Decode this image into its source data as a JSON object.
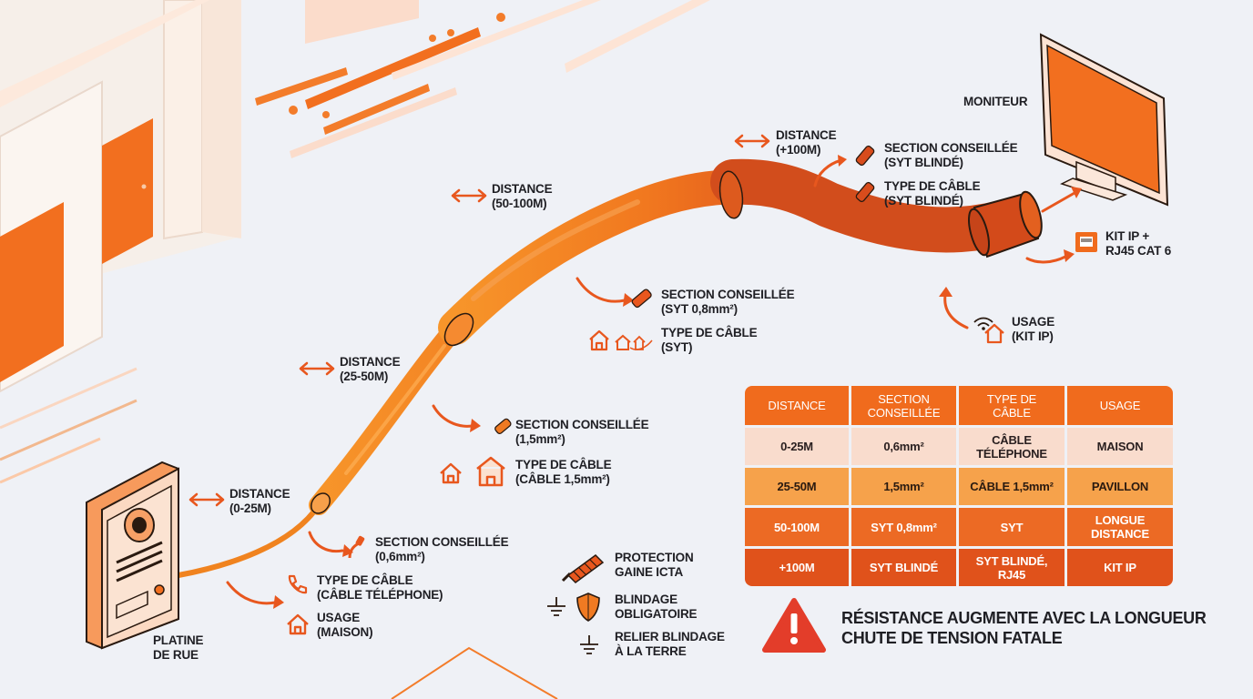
{
  "labels": {
    "moniteur": "MONITEUR",
    "platine": [
      "PLATINE",
      "DE RUE"
    ],
    "kit_ip": [
      "KIT IP +",
      "RJ45 CAT 6"
    ],
    "usage_kit_ip": [
      "USAGE",
      "(KIT IP)"
    ],
    "seg1": {
      "distance": [
        "DISTANCE",
        "(0-25M)"
      ],
      "section": [
        "SECTION CONSEILLÉE",
        "(0,6mm²)"
      ],
      "type": [
        "TYPE DE CÂBLE",
        "(CÂBLE TÉLÉPHONE)"
      ],
      "usage": [
        "USAGE",
        "(MAISON)"
      ]
    },
    "seg2": {
      "distance": [
        "DISTANCE",
        "(25-50M)"
      ],
      "section": [
        "SECTION CONSEILLÉE",
        "(1,5mm²)"
      ],
      "type": [
        "TYPE DE CÂBLE",
        "(CÂBLE 1,5mm²)"
      ]
    },
    "seg3": {
      "distance": [
        "DISTANCE",
        "(50-100M)"
      ],
      "section": [
        "SECTION CONSEILLÉE",
        "(SYT 0,8mm²)"
      ],
      "type": [
        "TYPE DE CÂBLE",
        "(SYT)"
      ]
    },
    "seg4": {
      "distance": [
        "DISTANCE",
        "(+100M)"
      ],
      "section": [
        "SECTION CONSEILLÉE",
        "(SYT BLINDÉ)"
      ],
      "type": [
        "TYPE DE CÂBLE",
        "(SYT BLINDÉ)"
      ]
    },
    "legend": {
      "protection": [
        "PROTECTION",
        "GAINE ICTA"
      ],
      "blindage": [
        "BLINDAGE",
        "OBLIGATOIRE"
      ],
      "terre": [
        "RELIER BLINDAGE",
        "À LA TERRE"
      ]
    }
  },
  "table": {
    "headers": [
      [
        "DISTANCE"
      ],
      [
        "SECTION",
        "CONSEILLÉE"
      ],
      [
        "TYPE DE",
        "CÂBLE"
      ],
      [
        "USAGE"
      ]
    ],
    "rows": [
      [
        [
          "0-25M"
        ],
        [
          "0,6mm²"
        ],
        [
          "CÂBLE",
          "TÉLÉPHONE"
        ],
        [
          "MAISON"
        ]
      ],
      [
        [
          "25-50M"
        ],
        [
          "1,5mm²"
        ],
        [
          "CÂBLE 1,5mm²"
        ],
        [
          "PAVILLON"
        ]
      ],
      [
        [
          "50-100M"
        ],
        [
          "SYT 0,8mm²"
        ],
        [
          "SYT"
        ],
        [
          "LONGUE",
          "DISTANCE"
        ]
      ],
      [
        [
          "+100M"
        ],
        [
          "SYT BLINDÉ"
        ],
        [
          "SYT BLINDÉ,",
          "RJ45"
        ],
        [
          "KIT IP"
        ]
      ]
    ]
  },
  "warning": [
    "RÉSISTANCE AUGMENTE AVEC LA LONGUEUR",
    "CHUTE DE TENSION FATALE"
  ],
  "colors": {
    "cable_light": "#f58a22",
    "cable_mid": "#e8641f",
    "cable_dark": "#cf4a1c",
    "accent": "#f06b1d",
    "warning_red": "#e33d2a",
    "text": "#1f1f24"
  }
}
